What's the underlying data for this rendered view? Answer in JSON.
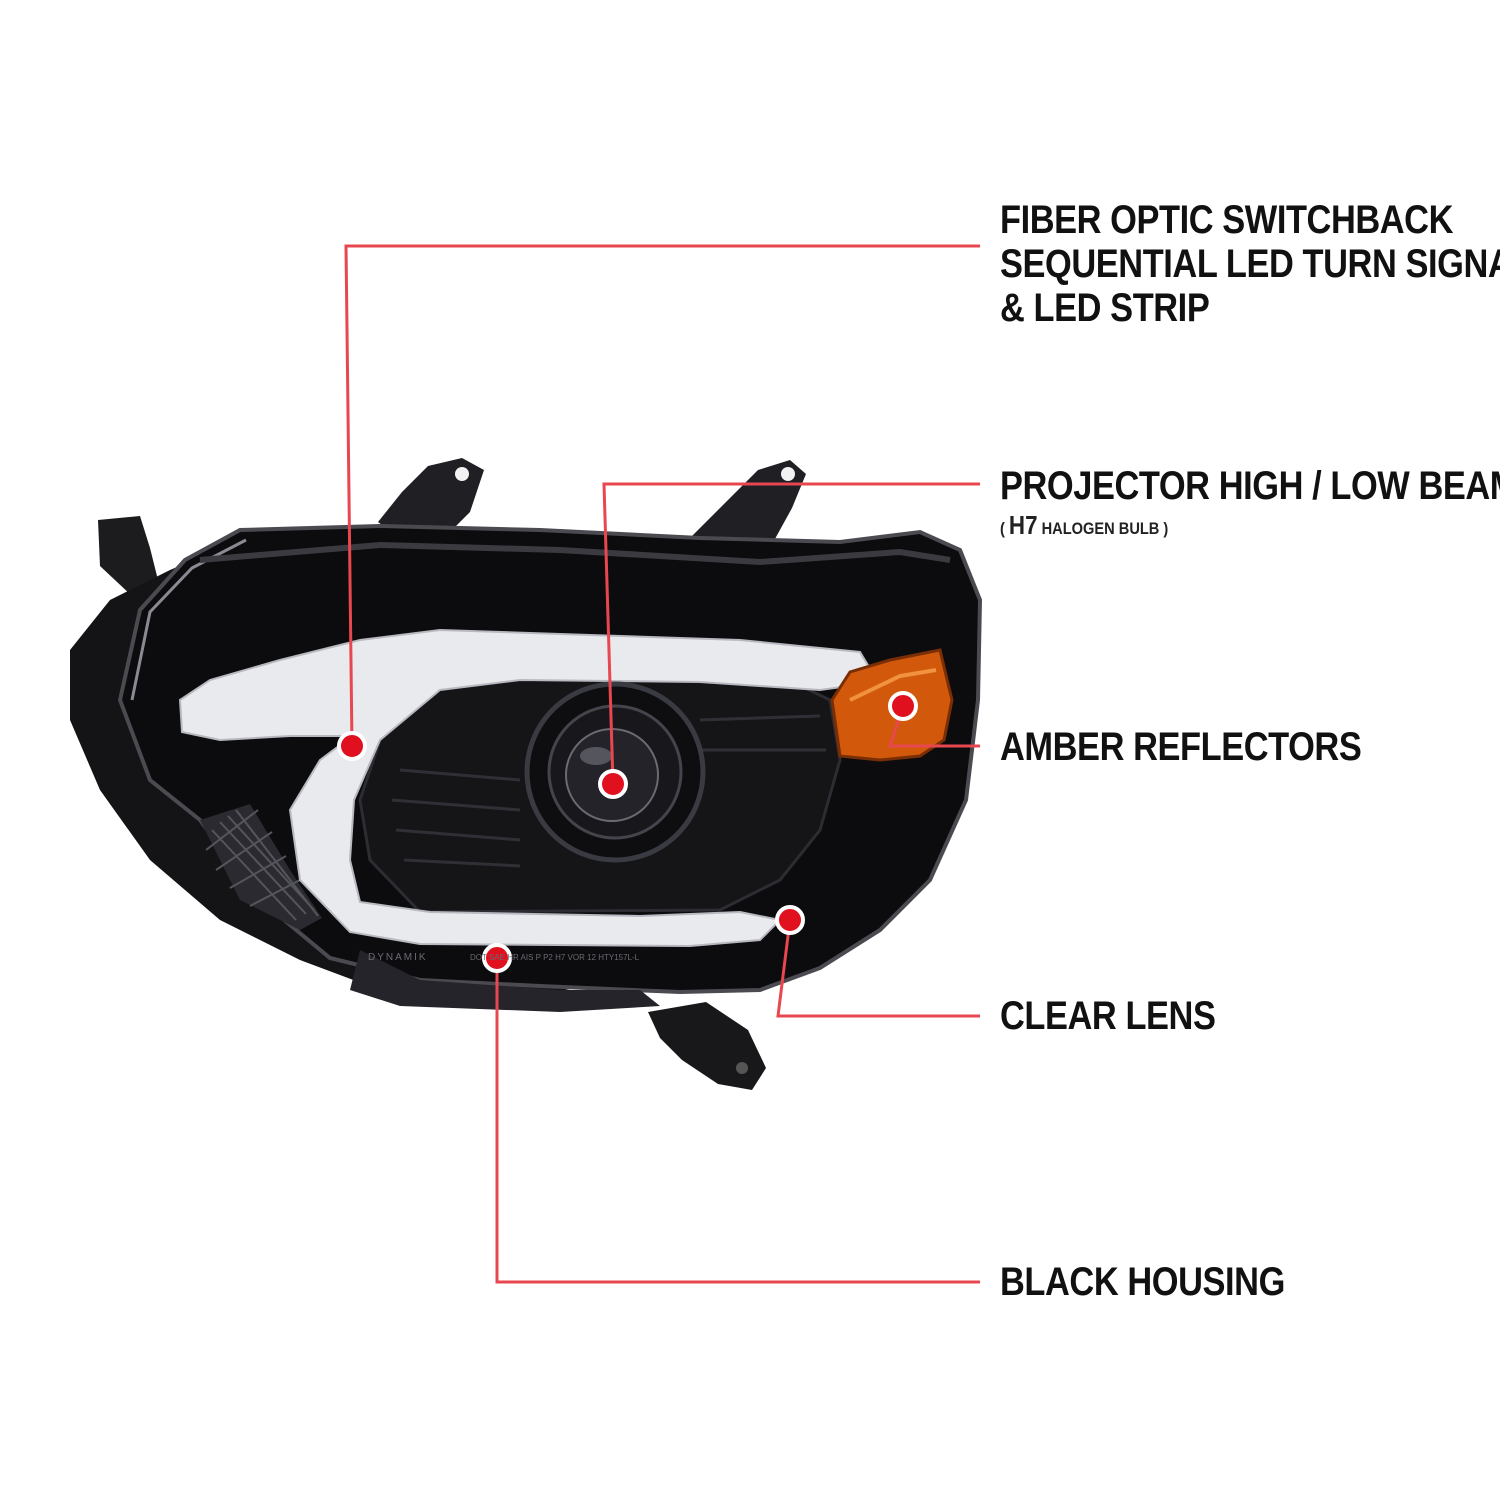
{
  "colors": {
    "callout_line": "#e8474f",
    "callout_dot": "#e0101e",
    "housing": "#0e0e10",
    "led_strip": "#e9eaee",
    "amber": "#d2590c"
  },
  "callouts": {
    "fiber_optic": {
      "line1": "FIBER OPTIC SWITCHBACK",
      "line2": "SEQUENTIAL LED TURN SIGNAL",
      "line3": "& LED STRIP"
    },
    "projector": {
      "title": "PROJECTOR HIGH / LOW BEAM",
      "sub_open": "( ",
      "sub_bulb": "H7",
      "sub_text": " HALOGEN BULB )"
    },
    "amber": {
      "title": "AMBER REFLECTORS"
    },
    "clear_lens": {
      "title": "CLEAR LENS"
    },
    "black_housing": {
      "title": "BLACK HOUSING"
    }
  },
  "lens_marking": {
    "brand": "DYNAMIK",
    "code": "DOT SAE HR AIS P P2 H7 VOR 12 HTY157L-L"
  }
}
